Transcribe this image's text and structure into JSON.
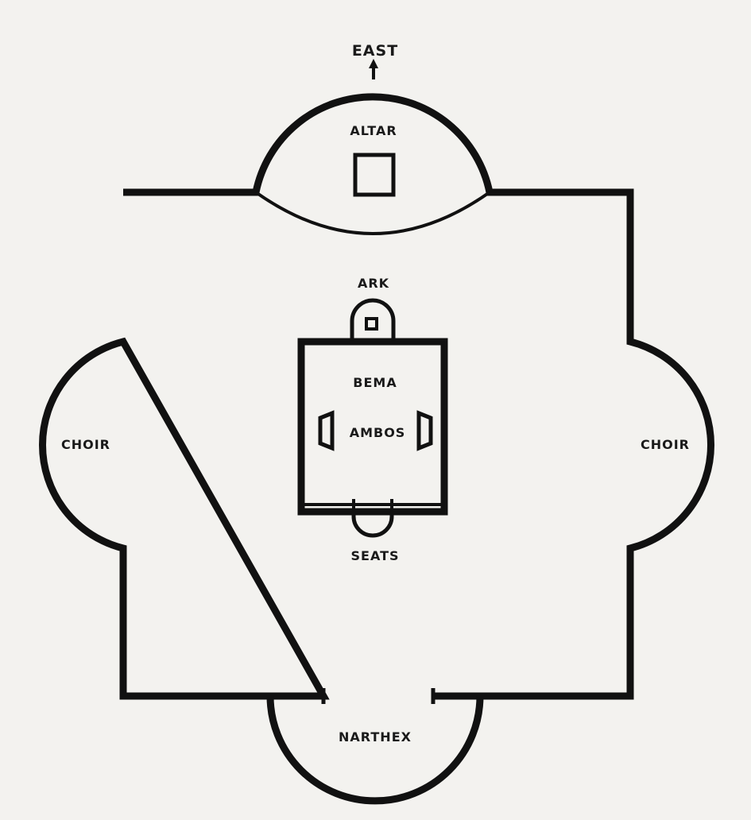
{
  "labels": {
    "east": "EAST",
    "altar": "ALTAR",
    "ark": "ARK",
    "bema": "BEMA",
    "ambos": "AMBOS",
    "seats": "SEATS",
    "choir_left": "CHOIR",
    "choir_right": "CHOIR",
    "narthex": "NARTHEX"
  },
  "icons": {
    "direction_arrow": "arrow-up-icon"
  }
}
